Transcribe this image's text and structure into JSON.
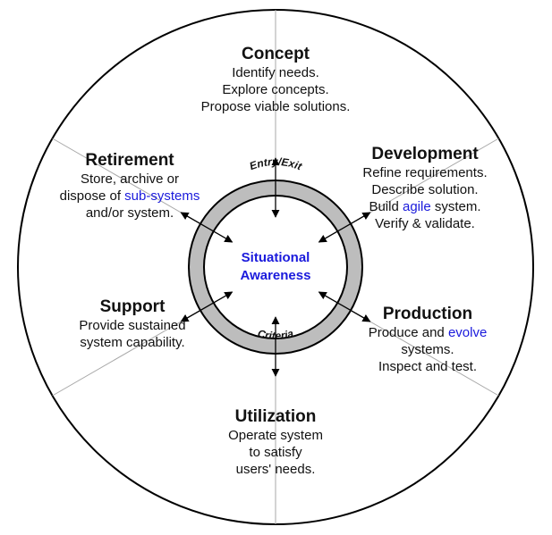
{
  "colors": {
    "text": "#111111",
    "accent": "#1a1adc",
    "ring_fill": "#bdbdbd",
    "outline": "#000000",
    "divider": "#a8a8a8"
  },
  "center": {
    "lines": [
      "Situational",
      "Awareness"
    ]
  },
  "ring": {
    "top_label": "Entry/Exit",
    "bottom_label": "Criteria"
  },
  "sections": [
    {
      "id": "concept",
      "title": "Concept",
      "lines": [
        [
          {
            "t": "Identify needs."
          }
        ],
        [
          {
            "t": "Explore concepts."
          }
        ],
        [
          {
            "t": "Propose viable solutions."
          }
        ]
      ]
    },
    {
      "id": "development",
      "title": "Development",
      "lines": [
        [
          {
            "t": "Refine requirements."
          }
        ],
        [
          {
            "t": "Describe solution."
          }
        ],
        [
          {
            "t": "Build "
          },
          {
            "t": "agile",
            "accent": true
          },
          {
            "t": " system."
          }
        ],
        [
          {
            "t": "Verify & validate."
          }
        ]
      ]
    },
    {
      "id": "production",
      "title": "Production",
      "lines": [
        [
          {
            "t": "Produce and "
          },
          {
            "t": "evolve",
            "accent": true
          }
        ],
        [
          {
            "t": "systems."
          }
        ],
        [
          {
            "t": "Inspect and test."
          }
        ]
      ]
    },
    {
      "id": "utilization",
      "title": "Utilization",
      "lines": [
        [
          {
            "t": "Operate system"
          }
        ],
        [
          {
            "t": "to satisfy"
          }
        ],
        [
          {
            "t": "users' needs."
          }
        ]
      ]
    },
    {
      "id": "support",
      "title": "Support",
      "lines": [
        [
          {
            "t": "Provide sustained"
          }
        ],
        [
          {
            "t": "system capability."
          }
        ]
      ]
    },
    {
      "id": "retirement",
      "title": "Retirement",
      "lines": [
        [
          {
            "t": "Store, archive or"
          }
        ],
        [
          {
            "t": "dispose of "
          },
          {
            "t": "sub-systems",
            "accent": true
          }
        ],
        [
          {
            "t": "and/or system."
          }
        ]
      ]
    }
  ]
}
